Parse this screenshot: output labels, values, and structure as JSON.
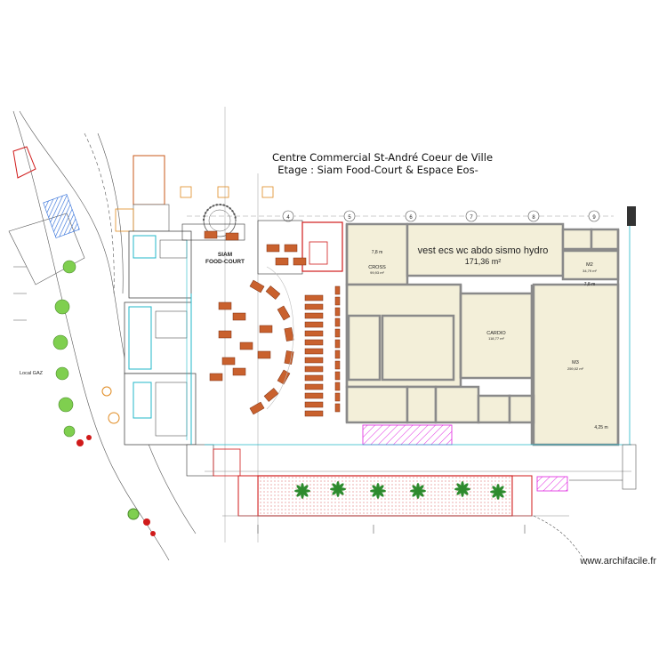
{
  "title": {
    "line1": "Centre Commercial  St-André Coeur de Ville",
    "line2": "Etage : Siam Food-Court & Espace Eos-"
  },
  "watermark": "www.archifacile.fr",
  "zones": {
    "big_room_label": "vest ecs wc abdo sismo hydro",
    "big_room_area": "171,36 m²",
    "siam": [
      "SIAM",
      "FOOD-COURT"
    ],
    "dim_78_a": "7,8 m",
    "dim_78_b": "7,8 m",
    "cross": "CROSS",
    "cross_area": "99,93 m²",
    "m2": "M2",
    "m2_area": "34,79 m²",
    "m3": "M3",
    "m3_area": "259,02 m²",
    "cardio": "CARDIO",
    "cardio_area": "118,77 m²",
    "dim_425": "4,25 m",
    "local_gaz": "Local GAZ"
  },
  "grid_labels": [
    "4",
    "5",
    "6",
    "7",
    "8",
    "9"
  ],
  "colors": {
    "room_fill": "#f3efd9",
    "wall": "#8a8a8a",
    "table": "#c9612e",
    "magenta": "#e020e0",
    "cyan": "#20b7c8",
    "red": "#d01a1a",
    "tree": "#7fcf4f"
  }
}
